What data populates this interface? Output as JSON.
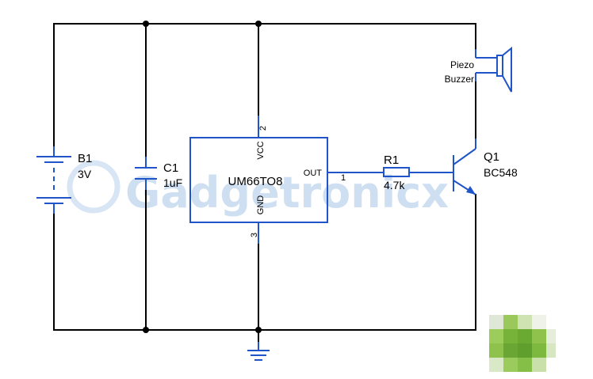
{
  "watermark": "Gadgetronicx",
  "battery": {
    "ref": "B1",
    "value": "3V"
  },
  "capacitor": {
    "ref": "C1",
    "value": "1uF"
  },
  "ic": {
    "name": "UM66TO8",
    "vcc_label": "VCC",
    "gnd_label": "GND",
    "out_label": "OUT",
    "pin_vcc": "2",
    "pin_gnd": "3",
    "pin_out": "1"
  },
  "resistor": {
    "ref": "R1",
    "value": "4.7k"
  },
  "transistor": {
    "ref": "Q1",
    "value": "BC548"
  },
  "buzzer": {
    "line1": "Piezo",
    "line2": "Buzzer"
  },
  "colors": {
    "component": "#1f55c8",
    "wire": "#000000",
    "watermark": "#cfdff2"
  }
}
